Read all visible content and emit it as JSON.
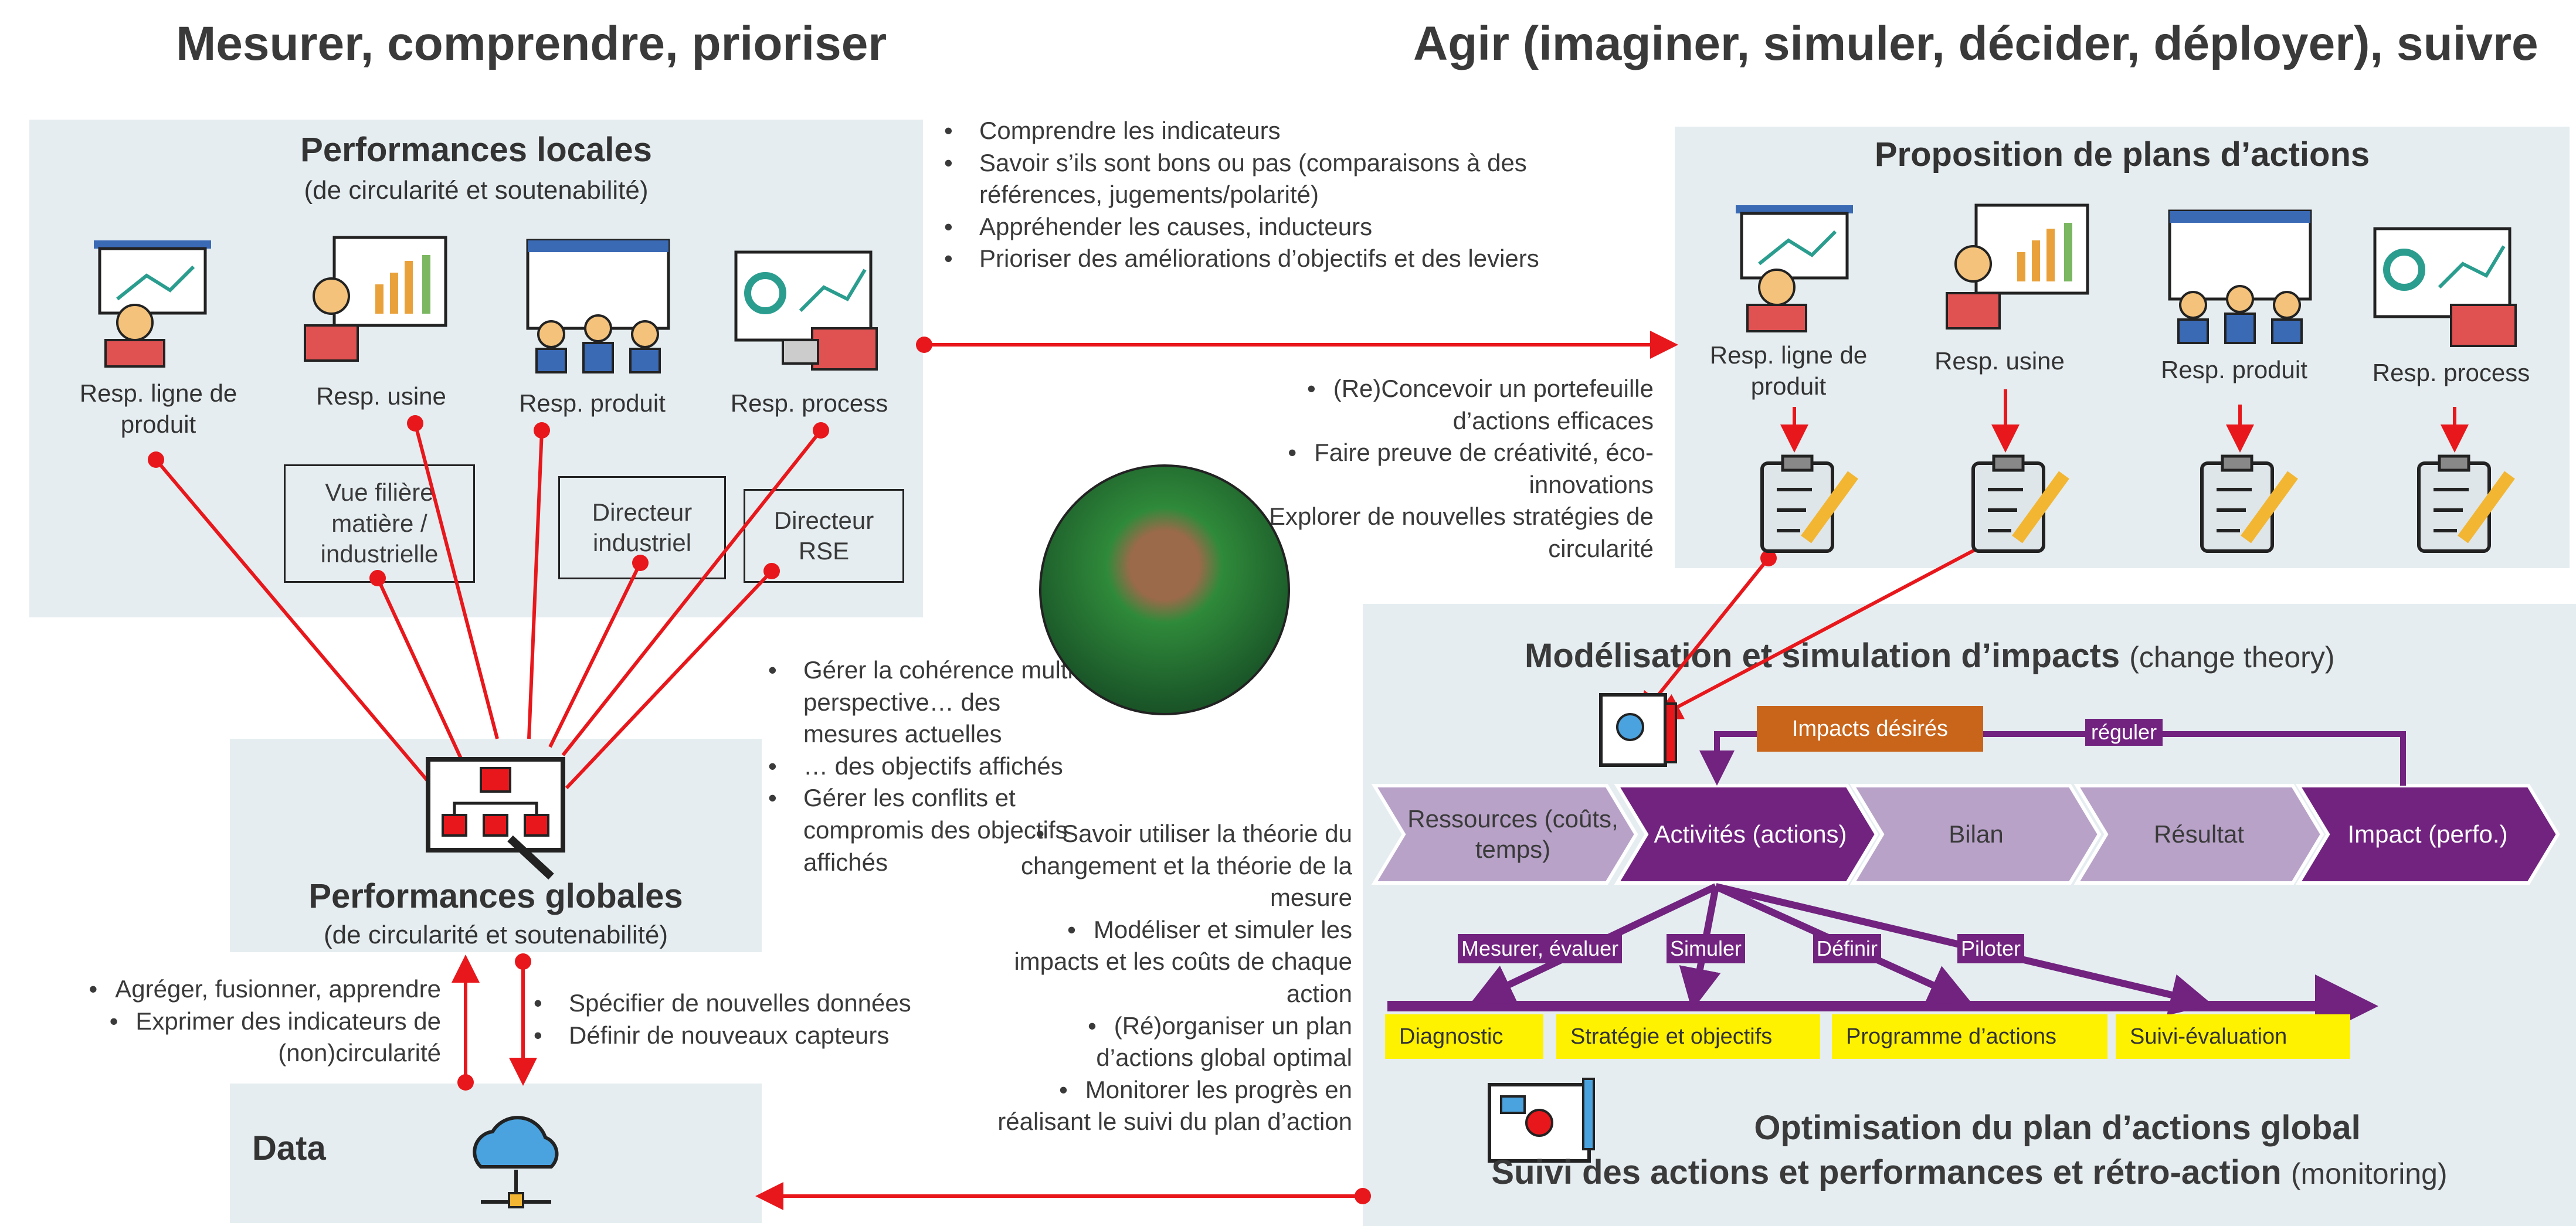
{
  "titles": {
    "left": "Mesurer, comprendre, prioriser",
    "right": "Agir (imaginer, simuler, décider, déployer), suivre"
  },
  "local": {
    "title": "Performances locales",
    "subtitle": "(de circularité et soutenabilité)",
    "roles": [
      "Resp. ligne de produit",
      "Resp. usine",
      "Resp. produit",
      "Resp. process"
    ],
    "boxes": [
      "Vue filière matière / industrielle",
      "Directeur industriel",
      "Directeur RSE"
    ]
  },
  "bullets_understand": [
    "Comprendre les indicateurs",
    "Savoir s’ils sont bons ou pas (comparaisons à des références, jugements/polarité)",
    "Appréhender les causes, inducteurs",
    "Prioriser des améliorations d’objectifs et des leviers"
  ],
  "proposal": {
    "title": "Proposition de plans d’actions",
    "roles": [
      "Resp. ligne de produit",
      "Resp. usine",
      "Resp. produit",
      "Resp. process"
    ]
  },
  "bullets_design": [
    "(Re)Concevoir un portefeuille d’actions efficaces",
    "Faire preuve de créativité, éco-innovations",
    "Explorer de nouvelles stratégies de circularité"
  ],
  "bullets_coherence": [
    "Gérer la cohérence multi-perspective… des mesures actuelles",
    "… des objectifs affichés",
    "Gérer les conflits et compromis des objectifs affichés"
  ],
  "global": {
    "title": "Performances globales",
    "subtitle": "(de circularité et soutenabilité)"
  },
  "bullets_aggregate": [
    "Agréger, fusionner, apprendre",
    "Exprimer  des indicateurs de (non)circularité"
  ],
  "bullets_specify": [
    "Spécifier de nouvelles données",
    "Définir de nouveaux capteurs"
  ],
  "data": {
    "title": "Data"
  },
  "bullets_theory": [
    "Savoir utiliser la théorie du changement et la théorie de la mesure",
    "Modéliser et simuler les impacts et les coûts de chaque action",
    "(Ré)organiser un plan d’actions global optimal",
    "Monitorer les progrès en réalisant le suivi du plan d’action"
  ],
  "model": {
    "title": "Modélisation et simulation d’impacts",
    "title_suffix": "(change theory)",
    "impacts_desired": "Impacts désirés",
    "regulate": "réguler",
    "chevrons": [
      "Ressources (coûts, temps)",
      "Activités (actions)",
      "Bilan",
      "Résultat",
      "Impact (perfo.)"
    ],
    "verbs": [
      "Mesurer, évaluer",
      "Simuler",
      "Définir",
      "Piloter"
    ],
    "phases": [
      "Diagnostic",
      "Stratégie et objectifs",
      "Programme d’actions",
      "Suivi-évaluation"
    ],
    "bottom_title1": "Optimisation du plan d’actions global",
    "bottom_title2": "Suivi des actions et performances et rétro-action",
    "bottom_suffix": "(monitoring)"
  },
  "colors": {
    "panel": "#e5edf0",
    "red": "#e8171b",
    "purple": "#71237f",
    "lilac": "#b8a2c8",
    "yellow": "#fff200",
    "orange": "#c8651b"
  }
}
